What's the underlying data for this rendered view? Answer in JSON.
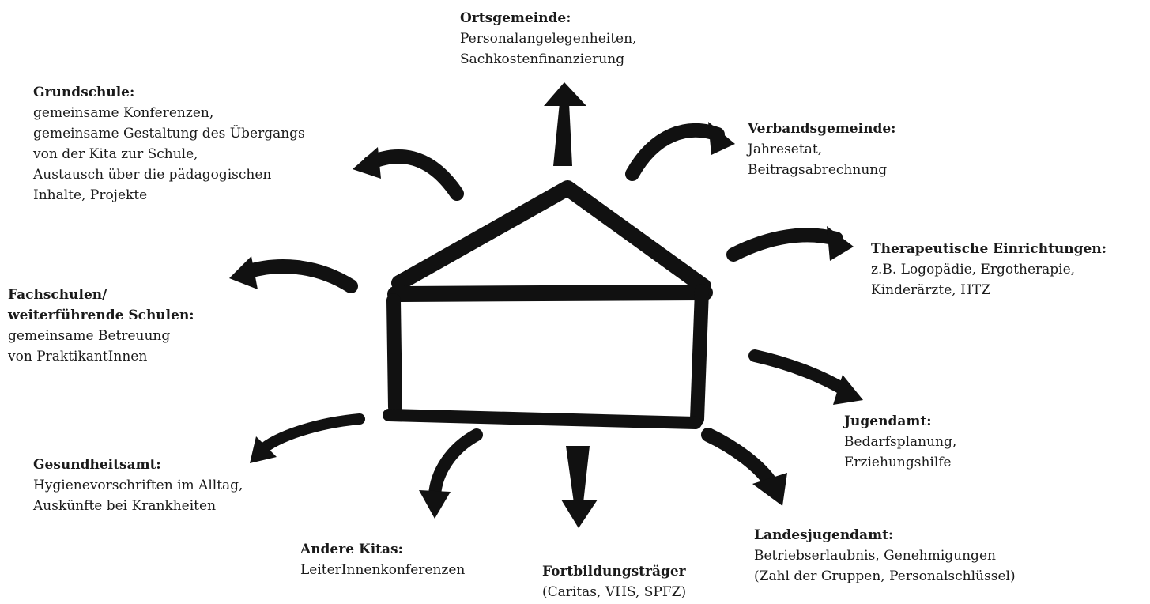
{
  "nodes": {
    "ortsgemeinde": {
      "title": "Ortsgemeinde:",
      "lines": [
        "Personalangelegenheiten,",
        "Sachkostenfinanzierung"
      ]
    },
    "grundschule": {
      "title": "Grundschule:",
      "lines": [
        "gemeinsame Konferenzen,",
        "gemeinsame Gestaltung des Übergangs",
        "von der Kita zur Schule,",
        "Austausch über die pädagogischen",
        "Inhalte, Projekte"
      ]
    },
    "verbandsgemeinde": {
      "title": "Verbandsgemeinde:",
      "lines": [
        "Jahresetat,",
        "Beitragsabrechnung"
      ]
    },
    "therapeutische": {
      "title": "Therapeutische Einrichtungen:",
      "lines": [
        "z.B. Logopädie, Ergotherapie,",
        "Kinderärzte, HTZ"
      ]
    },
    "fachschulen": {
      "title": "Fachschulen/",
      "title2": "weiterführende Schulen:",
      "lines": [
        "gemeinsame Betreuung",
        "von PraktikantInnen"
      ]
    },
    "jugendamt": {
      "title": "Jugendamt:",
      "lines": [
        "Bedarfsplanung,",
        "Erziehungshilfe"
      ]
    },
    "gesundheitsamt": {
      "title": "Gesundheitsamt:",
      "lines": [
        "Hygienevorschriften im Alltag,",
        "Auskünfte bei Krankheiten"
      ]
    },
    "andere_kitas": {
      "title": "Andere Kitas:",
      "lines": [
        "LeiterInnenkonferenzen"
      ]
    },
    "fortbildung": {
      "title": "Fortbildungsträger",
      "lines": [
        "(Caritas, VHS, SPFZ)"
      ]
    },
    "landesjugendamt": {
      "title": "Landesjugendamt:",
      "lines": [
        "Betriebserlaubnis, Genehmigungen",
        "(Zahl der Gruppen, Personalschlüssel)"
      ]
    }
  },
  "colors": {
    "ink": "#111111"
  }
}
